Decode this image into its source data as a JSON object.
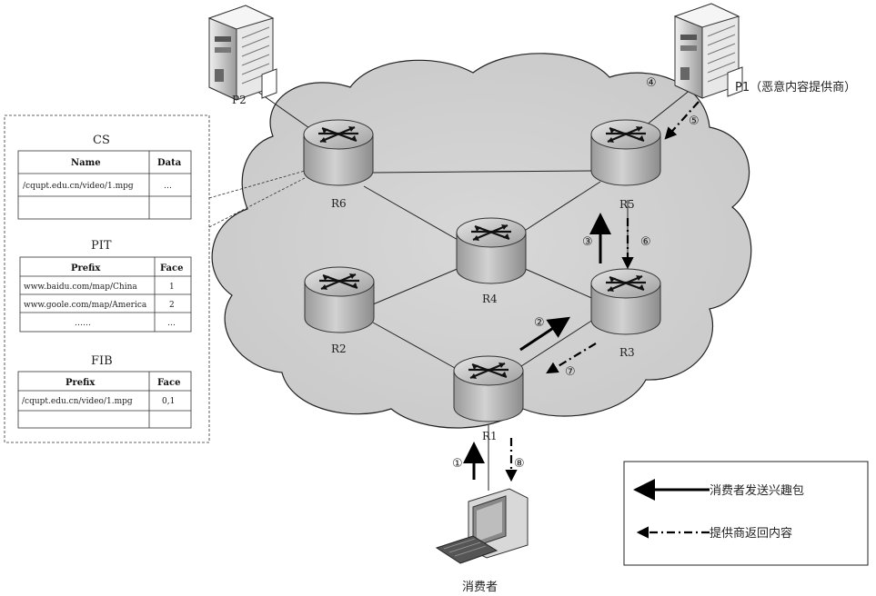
{
  "nodes": {
    "p2": "P2",
    "p1": "P1（恶意内容提供商）",
    "r1": "R1",
    "r2": "R2",
    "r3": "R3",
    "r4": "R4",
    "r5": "R5",
    "r6": "R6",
    "consumer": "消费者"
  },
  "steps": [
    "①",
    "②",
    "③",
    "④",
    "⑤",
    "⑥",
    "⑦",
    "⑧"
  ],
  "cs": {
    "title": "CS",
    "headers": [
      "Name",
      "Data"
    ],
    "rows": [
      [
        "/cqupt.edu.cn/video/1.mpg",
        "…"
      ],
      [
        "",
        ""
      ]
    ]
  },
  "pit": {
    "title": "PIT",
    "headers": [
      "Prefix",
      "Face"
    ],
    "rows": [
      [
        "www.baidu.com/map/China",
        "1"
      ],
      [
        "www.goole.com/map/America",
        "2"
      ],
      [
        "……",
        "…"
      ]
    ]
  },
  "fib": {
    "title": "FIB",
    "headers": [
      "Prefix",
      "Face"
    ],
    "rows": [
      [
        "/cqupt.edu.cn/video/1.mpg",
        "0,1"
      ],
      [
        "",
        ""
      ]
    ]
  },
  "legend": {
    "interest": "消费者发送兴趣包",
    "content": "提供商返回内容"
  }
}
